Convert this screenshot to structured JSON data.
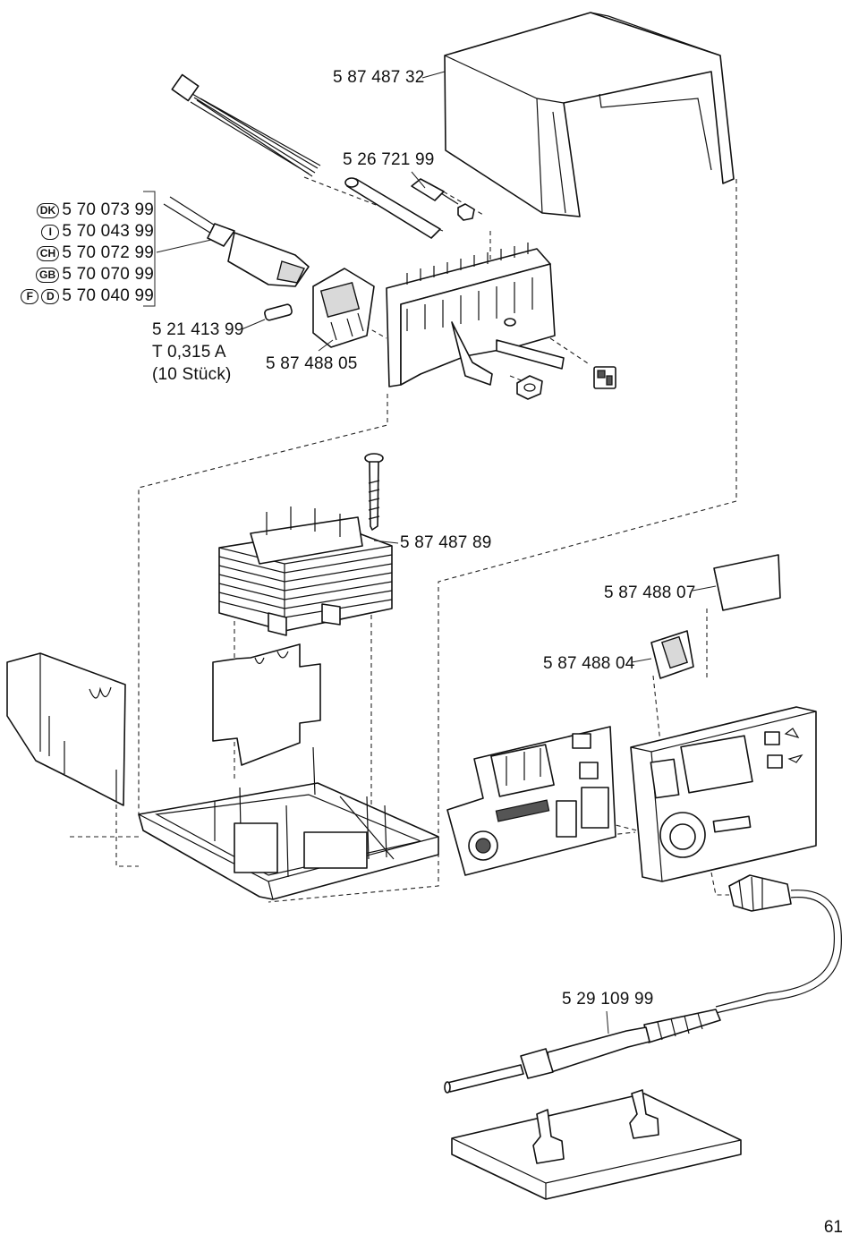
{
  "labels": {
    "cover": "5 87 487 32",
    "tip_rod": "5 26 721 99",
    "power_cords": [
      {
        "countries": [
          "DK"
        ],
        "part": "5 70 073 99"
      },
      {
        "countries": [
          "I"
        ],
        "part": "5 70 043 99"
      },
      {
        "countries": [
          "CH"
        ],
        "part": "5 70 072 99"
      },
      {
        "countries": [
          "GB"
        ],
        "part": "5 70 070 99"
      },
      {
        "countries": [
          "F",
          "D"
        ],
        "part": "5 70 040 99"
      }
    ],
    "fuse_part": "5 21 413 99",
    "fuse_rating": "T 0,315 A",
    "fuse_qty": "(10 Stück)",
    "power_socket": "5 87 488 05",
    "transformer": "5 87 487 89",
    "display_window": "5 87 488 07",
    "switch": "5 87 488 04",
    "soldering_iron": "5 29 109 99"
  },
  "page_number": "61"
}
